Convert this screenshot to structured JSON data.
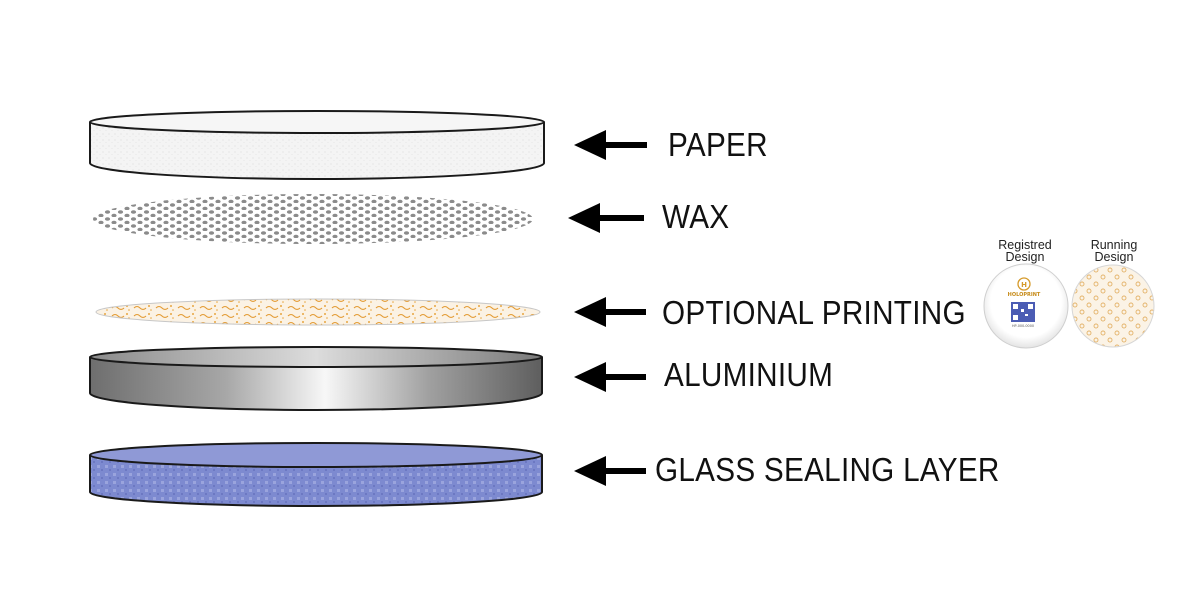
{
  "layers": [
    {
      "id": "paper",
      "label": "PAPER",
      "color": "#f2f2f2"
    },
    {
      "id": "wax",
      "label": "WAX",
      "color": "#8a8a8a"
    },
    {
      "id": "optional-printing",
      "label": "OPTIONAL PRINTING",
      "color": "#e29a2e"
    },
    {
      "id": "aluminium",
      "label": "ALUMINIUM",
      "color": "#9a9a9a"
    },
    {
      "id": "glass-sealing",
      "label": "GLASS SEALING LAYER",
      "color": "#7c88cc"
    }
  ],
  "samples": [
    {
      "id": "registered",
      "caption_line1": "Registred",
      "caption_line2": "Design",
      "brand": "HOLOPRINT",
      "code": "HP-000-0000"
    },
    {
      "id": "running",
      "caption_line1": "Running",
      "caption_line2": "Design"
    }
  ],
  "colors": {
    "arrow": "#000000",
    "outline": "#1a1a1a",
    "accent": "#d8a24a"
  }
}
